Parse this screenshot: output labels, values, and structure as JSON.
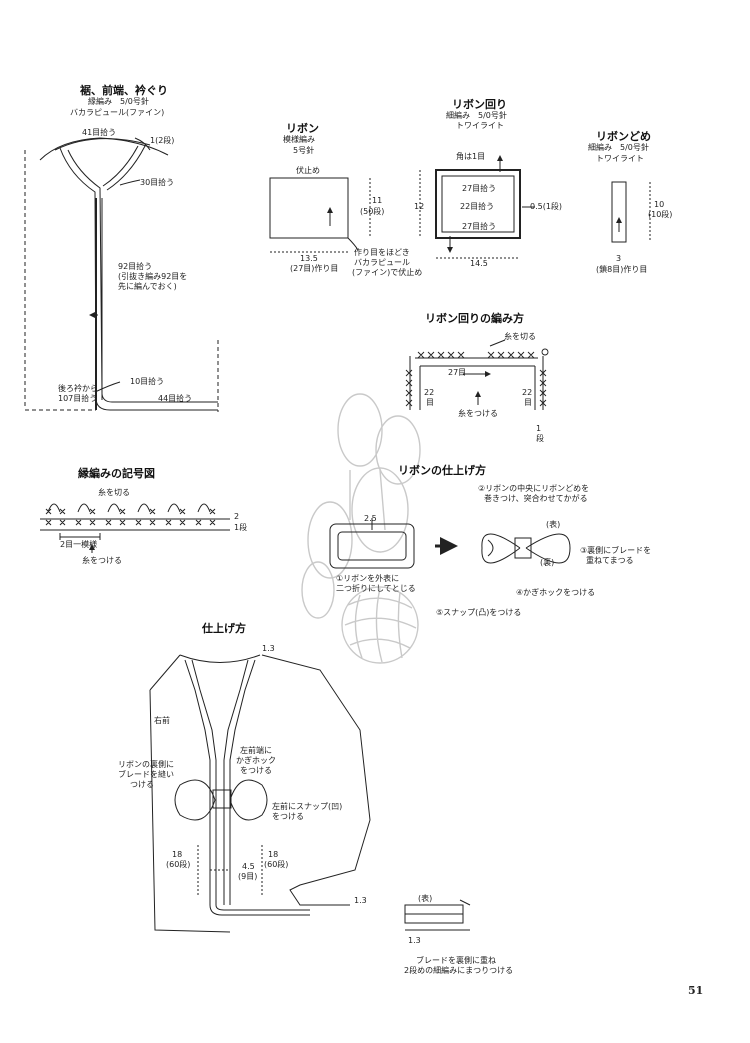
{
  "page_number": "51",
  "hem": {
    "title": "裾、前端、衿ぐり",
    "technique": "縁編み　5/0号針",
    "yarn": "バカラピュール(ファイン)",
    "l_41": "41目拾う",
    "l_1row": "1(2段)",
    "l_30": "30目拾う",
    "l_92a": "92目拾う",
    "l_92b": "(引抜き編み92目を",
    "l_92c": "先に編んでおく)",
    "l_10": "10目拾う",
    "l_back1": "後ろ衿から",
    "l_back2": "107目拾う",
    "l_44": "44目拾う"
  },
  "ribbon": {
    "title": "リボン",
    "technique": "模様編み",
    "needle": "5号針",
    "l_bind": "伏止め",
    "l_11": "11",
    "l_50": "(50段)",
    "l_135": "13.5",
    "l_27": "(27目)作り目",
    "l_cast1": "作り目をほどき",
    "l_cast2": "バカラピュール",
    "l_cast3": "(ファイン)で伏止め"
  },
  "ribbon_edge": {
    "title": "リボン回り",
    "technique": "細編み　5/0号針",
    "yarn": "トワイライト",
    "l_corner": "角は1目",
    "l_27": "27目拾う",
    "l_22": "22目拾う",
    "l_27b": "27目拾う",
    "l_05": "0.5(1段)",
    "l_12": "12",
    "l_145": "14.5"
  },
  "ribbon_stop": {
    "title": "リボンどめ",
    "technique": "細編み　5/0号針",
    "yarn": "トワイライト",
    "l_10": "10",
    "l_10r": "(10段)",
    "l_3": "3",
    "l_8": "(鎖8目)作り目"
  },
  "edge_method": {
    "title": "リボン回りの編み方",
    "l_cut": "糸を切る",
    "l_27": "27目",
    "l_22a": "22",
    "l_22b": "目",
    "l_22c": "22",
    "l_22d": "目",
    "l_join": "糸をつける",
    "l_1": "1",
    "l_row": "段"
  },
  "symbols": {
    "title": "縁編みの記号図",
    "l_cut": "糸を切る",
    "l_2": "2",
    "l_1": "1段",
    "l_repeat": "2目一模様",
    "l_join": "糸をつける"
  },
  "finish_ribbon": {
    "title": "リボンの仕上げ方",
    "l_25": "2.5",
    "l_step1a": "①リボンを外表に",
    "l_step1b": "二つ折りにしてとじる",
    "l_step2a": "②リボンの中央にリボンどめを",
    "l_step2b": "巻きつけ、突合わせてかがる",
    "l_face": "(表)",
    "l_back": "(裏)",
    "l_step3a": "③裏側にブレードを",
    "l_step3b": "重ねてまつる",
    "l_step4": "④かぎホックをつける",
    "l_step5": "⑤スナップ(凸)をつける"
  },
  "finishing": {
    "title": "仕上げ方",
    "l_13a": "1.3",
    "l_right": "右前",
    "l_rb1": "リボンの裏側に",
    "l_rb2": "ブレードを縫い",
    "l_rb3": "つける",
    "l_hook1": "左前端に",
    "l_hook2": "かぎホック",
    "l_hook3": "をつける",
    "l_snap1": "左前にスナップ(凹)",
    "l_snap2": "をつける",
    "l_18a": "18",
    "l_18b": "(60段)",
    "l_45": "4.5",
    "l_9": "(9目)",
    "l_18c": "18",
    "l_18d": "(60段)",
    "l_13b": "1.3",
    "l_13c": "1.3",
    "l_face": "(表)",
    "l_braid1": "ブレードを裏側に重ね",
    "l_braid2": "2段めの細編みにまつりつける"
  }
}
